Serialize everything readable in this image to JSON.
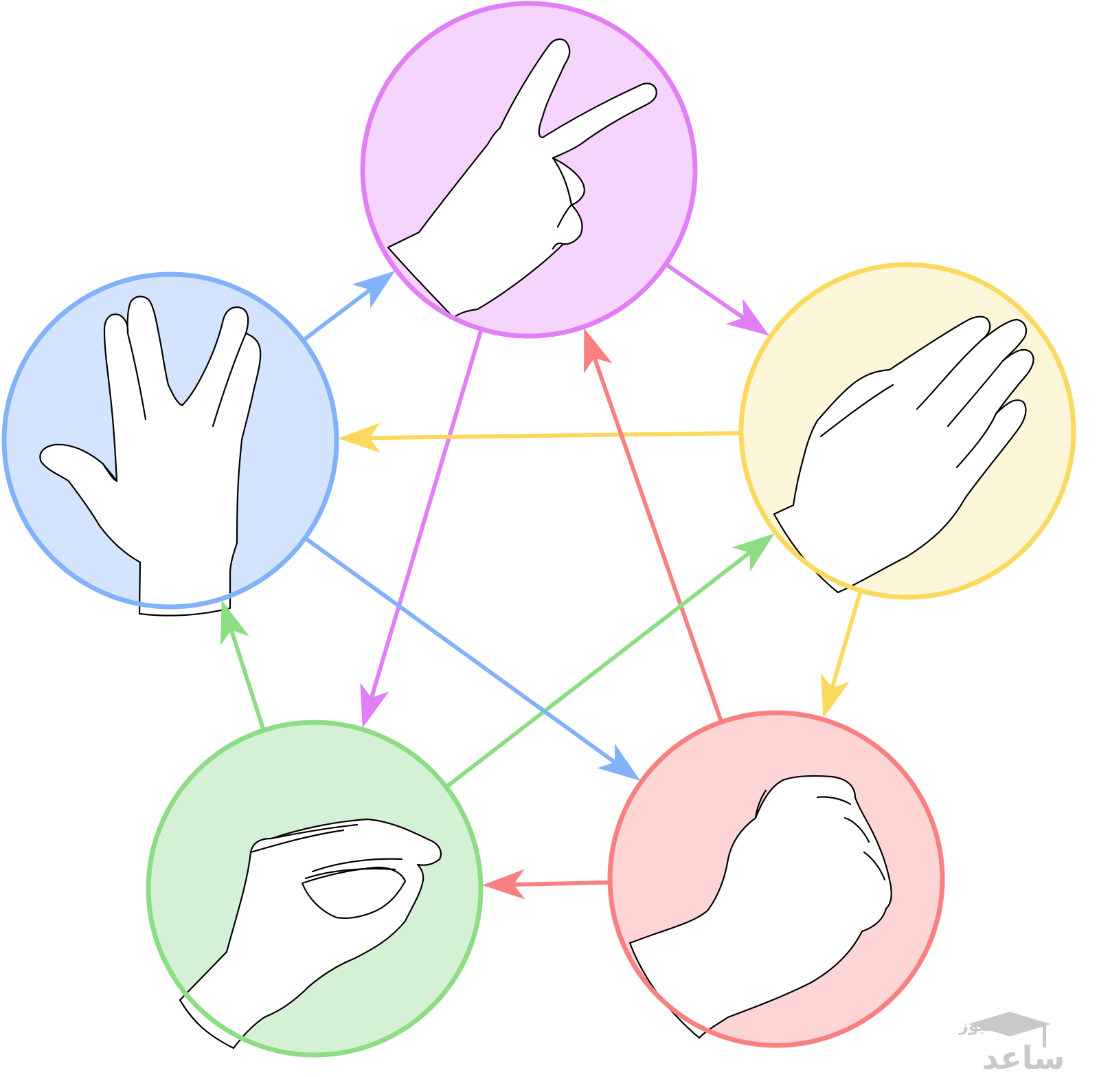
{
  "nodes": [
    {
      "id": "scissors",
      "gesture": "scissors-hand-icon",
      "fill": "#f5d5fe",
      "stroke": "#e07ff6"
    },
    {
      "id": "paper",
      "gesture": "paper-hand-icon",
      "fill": "#fef6d9",
      "stroke": "#fbd95e"
    },
    {
      "id": "rock",
      "gesture": "rock-fist-icon",
      "fill": "#fdd5d5",
      "stroke": "#f88080"
    },
    {
      "id": "lizard",
      "gesture": "lizard-hand-icon",
      "fill": "#d5f1d5",
      "stroke": "#8ddd85"
    },
    {
      "id": "spock",
      "gesture": "spock-hand-icon",
      "fill": "#d4e3fe",
      "stroke": "#82b2fa"
    }
  ],
  "edges": [
    {
      "from": "scissors",
      "to": "paper",
      "color": "#e07ff6"
    },
    {
      "from": "scissors",
      "to": "lizard",
      "color": "#e07ff6"
    },
    {
      "from": "paper",
      "to": "spock",
      "color": "#fbd95e"
    },
    {
      "from": "paper",
      "to": "rock",
      "color": "#fbd95e"
    },
    {
      "from": "rock",
      "to": "scissors",
      "color": "#f88080"
    },
    {
      "from": "rock",
      "to": "lizard",
      "color": "#f88080"
    },
    {
      "from": "lizard",
      "to": "spock",
      "color": "#8ddd85"
    },
    {
      "from": "lizard",
      "to": "paper",
      "color": "#8ddd85"
    },
    {
      "from": "spock",
      "to": "scissors",
      "color": "#82b2fa"
    },
    {
      "from": "spock",
      "to": "rock",
      "color": "#82b2fa"
    }
  ],
  "watermark": {
    "text_top": "نیوز",
    "text_main": "ساعد",
    "color": "#c9c9c9",
    "icon": "graduation-cap-icon"
  }
}
